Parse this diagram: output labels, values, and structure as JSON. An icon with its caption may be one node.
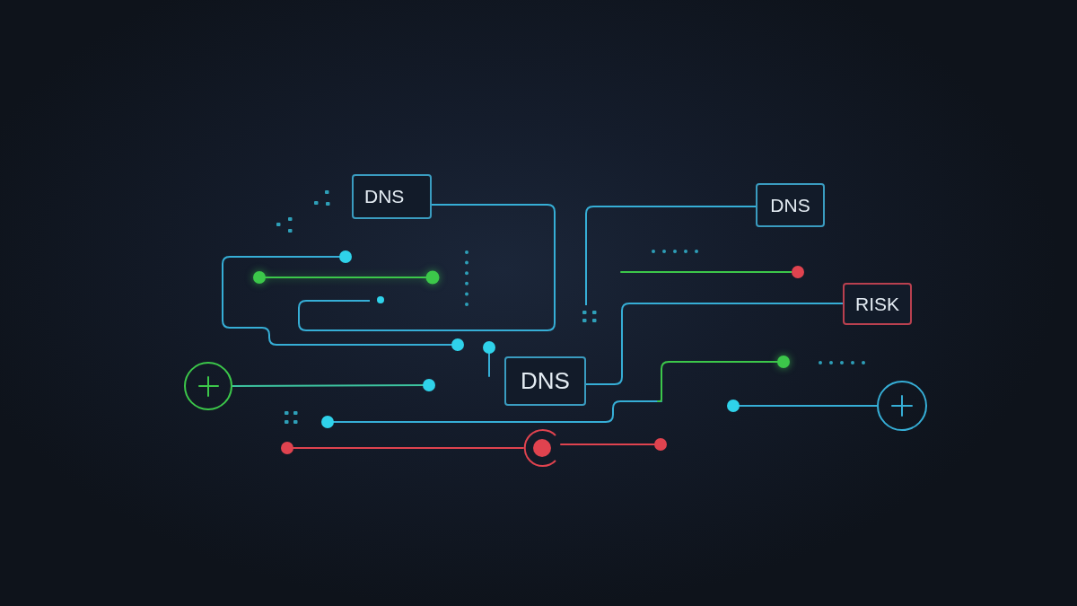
{
  "diagram": {
    "nodes": [
      {
        "text": [
          "DNS"
        ]
      },
      {
        "text": [
          "DNS"
        ]
      },
      {
        "text": [
          "RISK"
        ]
      },
      {
        "text": [
          "DNS"
        ]
      }
    ],
    "edges": [
      {
        "from": 0,
        "to": null,
        "arrow": "none"
      },
      {
        "from": 1,
        "to": null,
        "arrow": "none"
      },
      {
        "from": 2,
        "to": 3,
        "arrow": "none"
      }
    ]
  }
}
